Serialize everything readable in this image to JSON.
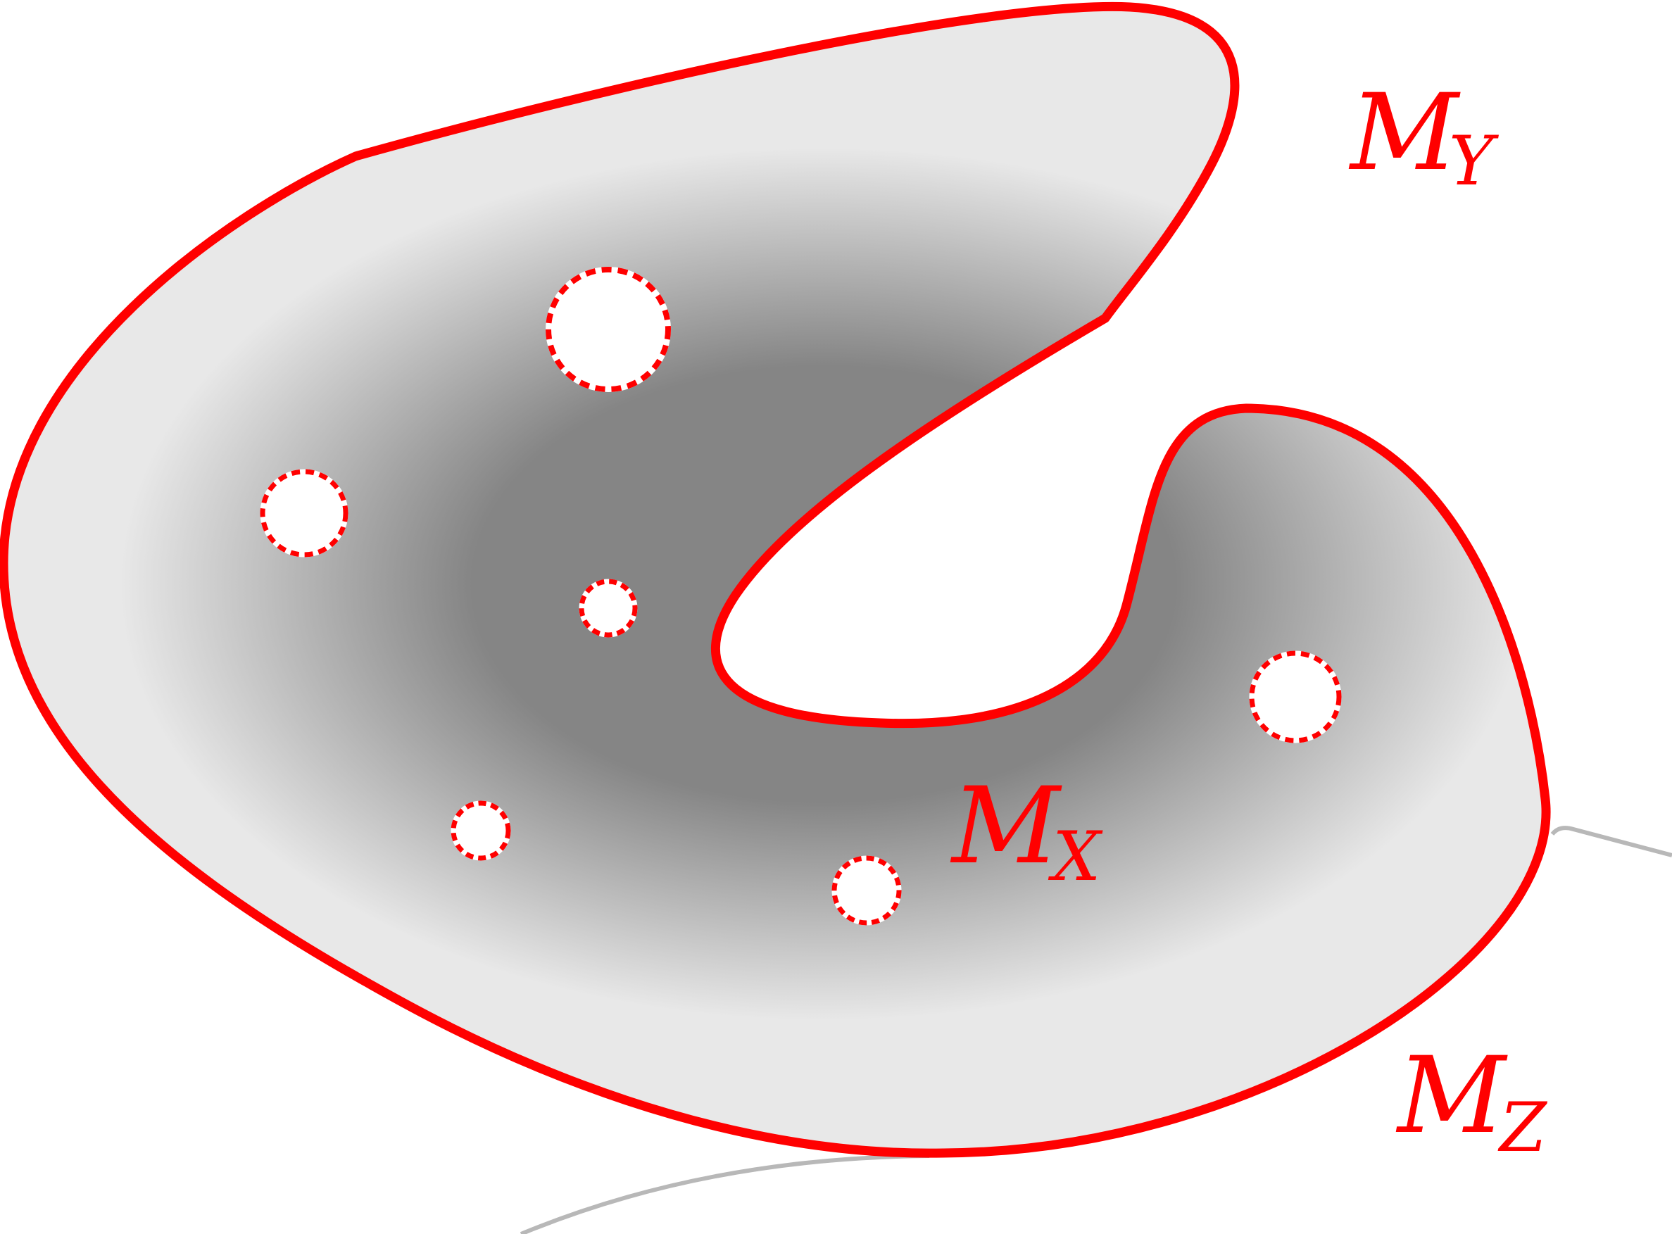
{
  "colors": {
    "boundary": "#ff0000",
    "fill_center": "#858585",
    "fill_edge": "#e8e8e8",
    "secondary_curve": "#b8b8b8",
    "hole_fill": "#ffffff"
  },
  "labels": {
    "my": {
      "base": "M",
      "sub": "Y"
    },
    "mx": {
      "base": "M",
      "sub": "X"
    },
    "mz": {
      "base": "M",
      "sub": "Z"
    }
  },
  "holes": [
    {
      "id": "hole-1"
    },
    {
      "id": "hole-2"
    },
    {
      "id": "hole-3"
    },
    {
      "id": "hole-4"
    },
    {
      "id": "hole-5"
    },
    {
      "id": "hole-6"
    }
  ]
}
